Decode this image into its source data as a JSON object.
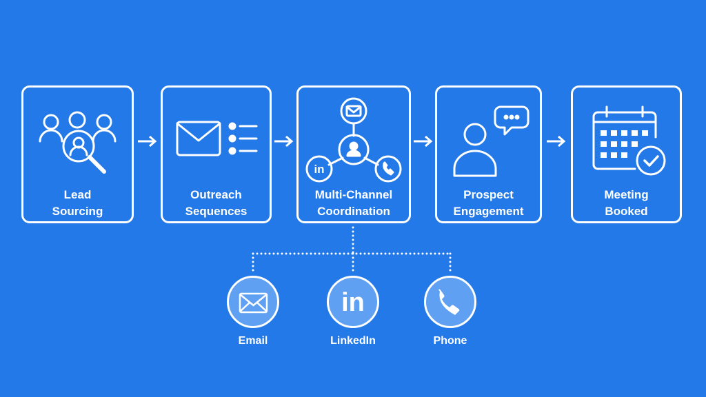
{
  "steps": [
    {
      "line1": "Lead",
      "line2": "Sourcing",
      "icon": "people-search-icon"
    },
    {
      "line1": "Outreach",
      "line2": "Sequences",
      "icon": "email-list-icon"
    },
    {
      "line1": "Multi-Channel",
      "line2": "Coordination",
      "icon": "channel-hub-icon"
    },
    {
      "line1": "Prospect",
      "line2": "Engagement",
      "icon": "person-chat-icon"
    },
    {
      "line1": "Meeting",
      "line2": "Booked",
      "icon": "calendar-check-icon"
    }
  ],
  "channels": [
    {
      "label": "Email",
      "icon": "envelope-icon"
    },
    {
      "label": "LinkedIn",
      "icon": "linkedin-icon"
    },
    {
      "label": "Phone",
      "icon": "phone-icon"
    }
  ],
  "colors": {
    "background": "#2479e8",
    "channel_fill": "#5fa0f2",
    "stroke": "#ffffff"
  }
}
